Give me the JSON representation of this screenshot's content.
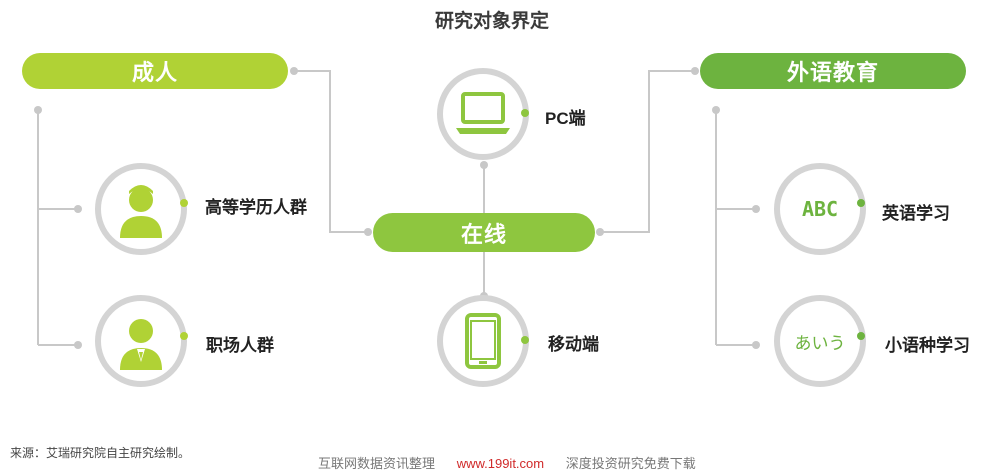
{
  "title": "研究对象界定",
  "colors": {
    "lime": "#b0d235",
    "green": "#6db33f",
    "mid_green": "#8ec63f",
    "ring": "#d4d4d4",
    "line": "#c8c8c8"
  },
  "left_category": {
    "title": "成人",
    "items": [
      {
        "label": "高等学历人群",
        "icon": "student-icon"
      },
      {
        "label": "职场人群",
        "icon": "professional-icon"
      }
    ]
  },
  "center_category": {
    "title": "在线",
    "items": [
      {
        "label": "PC端",
        "icon": "laptop-icon"
      },
      {
        "label": "移动端",
        "icon": "tablet-icon"
      }
    ]
  },
  "right_category": {
    "title": "外语教育",
    "items": [
      {
        "label": "英语学习",
        "icon_text": "ABC"
      },
      {
        "label": "小语种学习",
        "icon_text": "あいう"
      }
    ]
  },
  "source": "来源：艾瑞研究院自主研究绘制。",
  "watermark": {
    "prefix": "互联网数据资讯整理",
    "site": "www.199it.com",
    "suffix": "深度投资研究免费下载"
  }
}
